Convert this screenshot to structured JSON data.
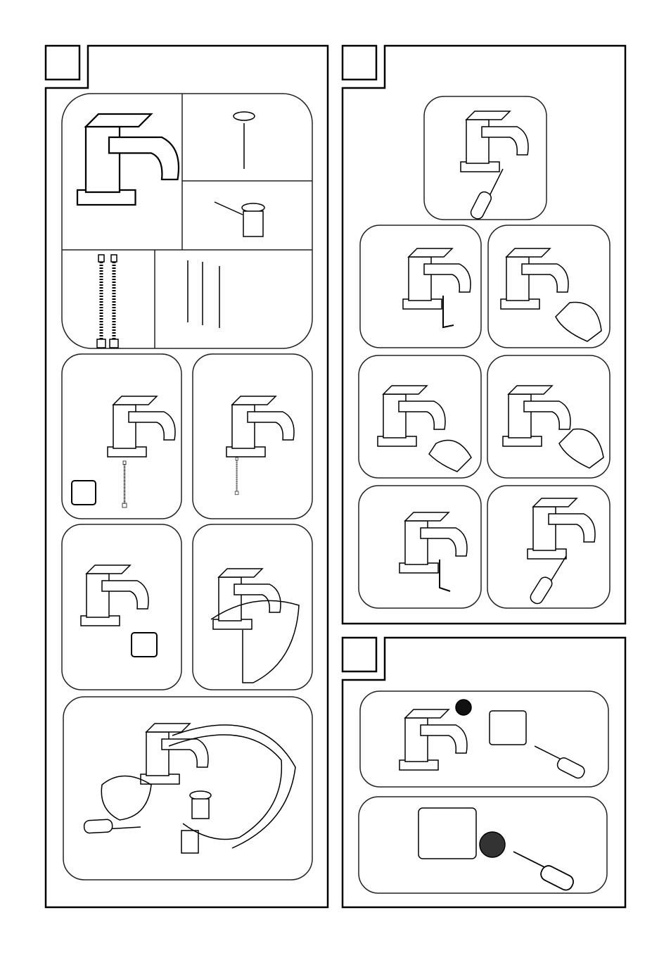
{
  "document": {
    "sections": [
      {
        "step_number": "",
        "panels": 6
      },
      {
        "step_number": "",
        "panels": 7
      },
      {
        "step_number": "",
        "panels": 2
      }
    ],
    "colors": {
      "line": "#000000",
      "panel_stroke": "#222222",
      "background": "#ffffff"
    },
    "icons": [
      "faucet-illustration",
      "flexible-hose-icon",
      "pop-up-waste-icon",
      "hand-tighten-icon",
      "allen-key-icon",
      "screwdriver-icon",
      "basin-icon"
    ]
  }
}
